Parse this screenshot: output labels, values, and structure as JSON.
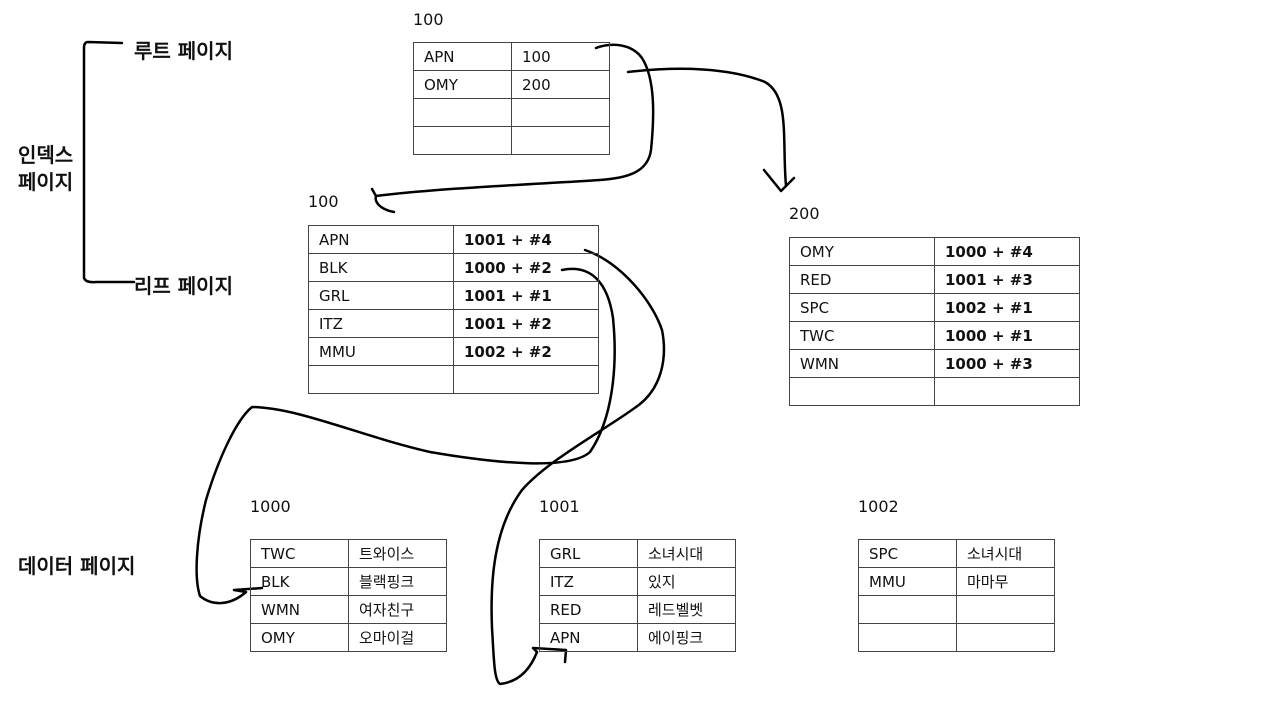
{
  "labels": {
    "root": "루트 페이지",
    "index_line1": "인덱스",
    "index_line2": "페이지",
    "leaf": "리프 페이지",
    "data": "데이터 페이지"
  },
  "root_page": {
    "id": "100",
    "rows": [
      [
        "APN",
        "100"
      ],
      [
        "OMY",
        "200"
      ],
      [
        "",
        ""
      ],
      [
        "",
        ""
      ]
    ]
  },
  "leaf_pages": [
    {
      "id": "100",
      "rows": [
        [
          "APN",
          "1001  +  #4"
        ],
        [
          "BLK",
          "1000  +  #2"
        ],
        [
          "GRL",
          "1001  +  #1"
        ],
        [
          "ITZ",
          "1001  +  #2"
        ],
        [
          "MMU",
          "1002  +  #2"
        ],
        [
          "",
          ""
        ]
      ]
    },
    {
      "id": "200",
      "rows": [
        [
          "OMY",
          "1000  +  #4"
        ],
        [
          "RED",
          "1001  +  #3"
        ],
        [
          "SPC",
          "1002  +  #1"
        ],
        [
          "TWC",
          "1000  +  #1"
        ],
        [
          "WMN",
          "1000  +  #3"
        ],
        [
          "",
          ""
        ]
      ]
    }
  ],
  "data_pages": [
    {
      "id": "1000",
      "rows": [
        [
          "TWC",
          "트와이스"
        ],
        [
          "BLK",
          "블랙핑크"
        ],
        [
          "WMN",
          "여자친구"
        ],
        [
          "OMY",
          "오마이걸"
        ]
      ]
    },
    {
      "id": "1001",
      "rows": [
        [
          "GRL",
          "소녀시대"
        ],
        [
          "ITZ",
          "있지"
        ],
        [
          "RED",
          "레드벨벳"
        ],
        [
          "APN",
          "에이핑크"
        ]
      ]
    },
    {
      "id": "1002",
      "rows": [
        [
          "SPC",
          "소녀시대"
        ],
        [
          "MMU",
          "마마무"
        ],
        [
          "",
          ""
        ],
        [
          "",
          ""
        ]
      ]
    }
  ]
}
